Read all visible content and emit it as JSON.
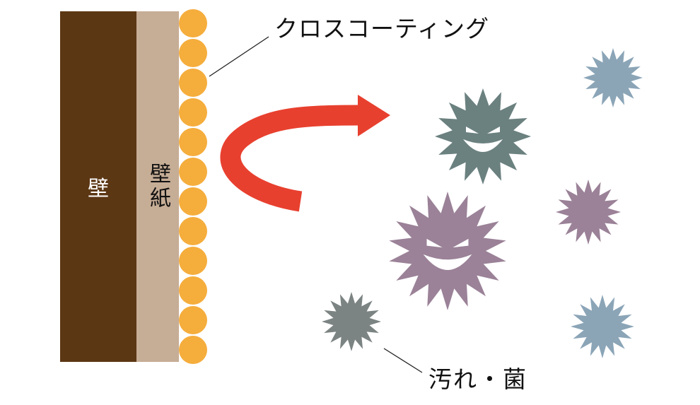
{
  "labels": {
    "wall": "壁",
    "wallpaper": "壁紙",
    "coating": "クロスコーティング",
    "dirt_germs": "汚れ・菌"
  },
  "colors": {
    "wall": "#5c3714",
    "wallpaper": "#c6ad96",
    "coating_beads": "#f5ad3c",
    "arrow": "#e8402f",
    "germ_dark_teal": "#6b8180",
    "germ_purple": "#9b8298",
    "germ_gray": "#7c8483",
    "germ_light_blue": "#8ba5b7"
  },
  "icons": {
    "germ_face": "smiling-germ-icon",
    "germ_plain": "germ-icon",
    "arrow": "curved-arrow-icon"
  },
  "coating_bead_count": 12
}
